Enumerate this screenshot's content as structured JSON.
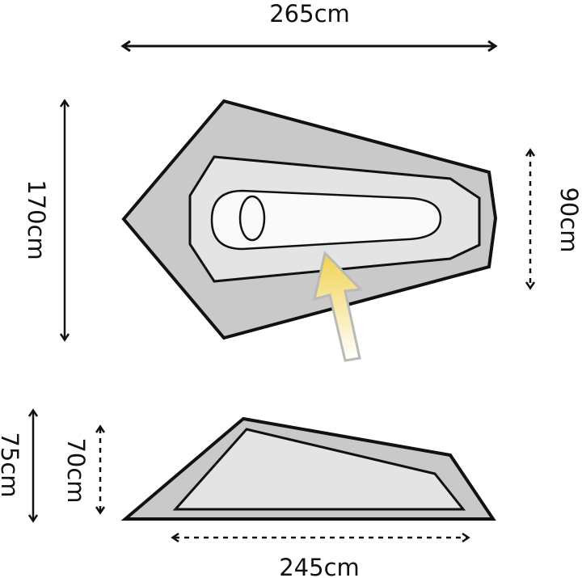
{
  "diagram": {
    "type": "tent-dimensions",
    "top_view": {
      "length_label": "265cm",
      "width_label": "170cm",
      "inner_width_label": "90cm",
      "arrow_color": "#f3d75a"
    },
    "side_view": {
      "outer_height_label": "75cm",
      "inner_height_label": "70cm",
      "inner_length_label": "245cm"
    },
    "colors": {
      "outer_fill": "#c9c9c9",
      "inner_fill": "#e4e4e4",
      "bag_fill": "#fbfafa",
      "stroke": "#111111",
      "arrow_stroke": "#b9b9b9"
    }
  }
}
